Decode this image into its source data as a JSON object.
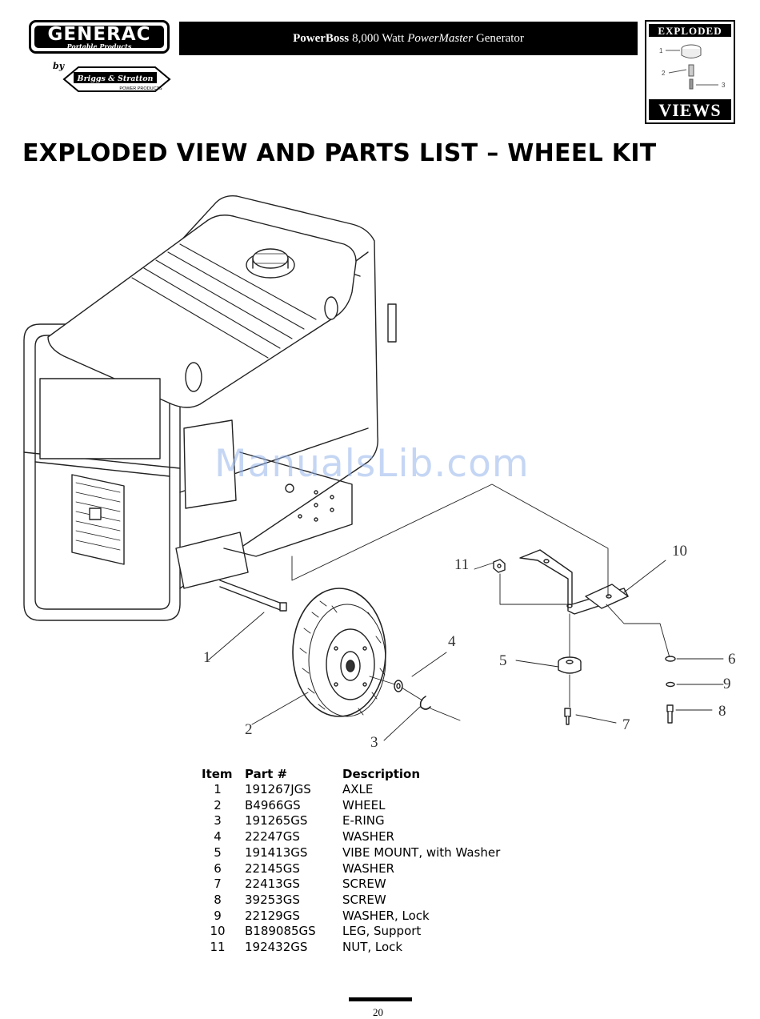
{
  "header": {
    "brand": "GENERAC",
    "brand_sub": "Portable Products",
    "by": "by",
    "partner": "Briggs & Stratton",
    "partner_sub": "POWER PRODUCTS",
    "title_bold": "PowerBoss",
    "title_regular": "8,000 Watt",
    "title_italic": "PowerMaster",
    "title_end": "Generator",
    "badge_top": "EXPLODED",
    "badge_bottom": "VIEWS",
    "badge_labels": [
      "1",
      "2",
      "3"
    ]
  },
  "heading": "EXPLODED VIEW AND PARTS LIST – WHEEL KIT",
  "watermark": "ManualsLib.com",
  "callouts": [
    "1",
    "2",
    "3",
    "4",
    "5",
    "6",
    "7",
    "8",
    "9",
    "10",
    "11"
  ],
  "parts_list": {
    "headers": [
      "Item",
      "Part #",
      "Description"
    ],
    "rows": [
      {
        "item": "1",
        "part": "191267JGS",
        "desc": "AXLE"
      },
      {
        "item": "2",
        "part": "B4966GS",
        "desc": "WHEEL"
      },
      {
        "item": "3",
        "part": "191265GS",
        "desc": "E-RING"
      },
      {
        "item": "4",
        "part": "22247GS",
        "desc": "WASHER"
      },
      {
        "item": "5",
        "part": "191413GS",
        "desc": "VIBE MOUNT, with Washer"
      },
      {
        "item": "6",
        "part": "22145GS",
        "desc": "WASHER"
      },
      {
        "item": "7",
        "part": "22413GS",
        "desc": "SCREW"
      },
      {
        "item": "8",
        "part": "39253GS",
        "desc": "SCREW"
      },
      {
        "item": "9",
        "part": "22129GS",
        "desc": "WASHER, Lock"
      },
      {
        "item": "10",
        "part": "B189085GS",
        "desc": "LEG, Support"
      },
      {
        "item": "11",
        "part": "192432GS",
        "desc": "NUT, Lock"
      }
    ]
  },
  "footer": {
    "page_number": "20"
  }
}
